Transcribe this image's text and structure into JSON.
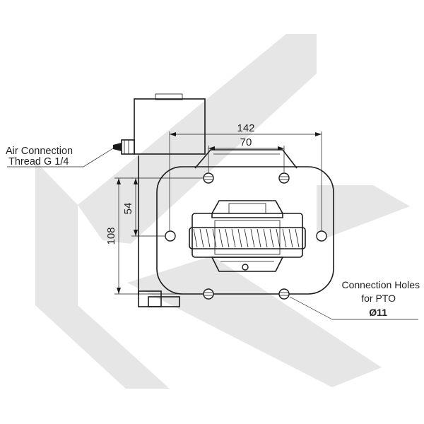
{
  "dimensions": {
    "d142": "142",
    "d70": "70",
    "d54": "54",
    "d108": "108"
  },
  "callouts": {
    "air_line1": "Air Connection",
    "air_line2": "Thread  G 1/4",
    "holes_line1": "Connection Holes",
    "holes_line2": "for PTO",
    "holes_diameter": "Ø11"
  },
  "colors": {
    "watermark": "#e6e6e6",
    "line": "#1a1a1a",
    "background": "#ffffff"
  },
  "watermark_icon": "stylized-k-logo"
}
